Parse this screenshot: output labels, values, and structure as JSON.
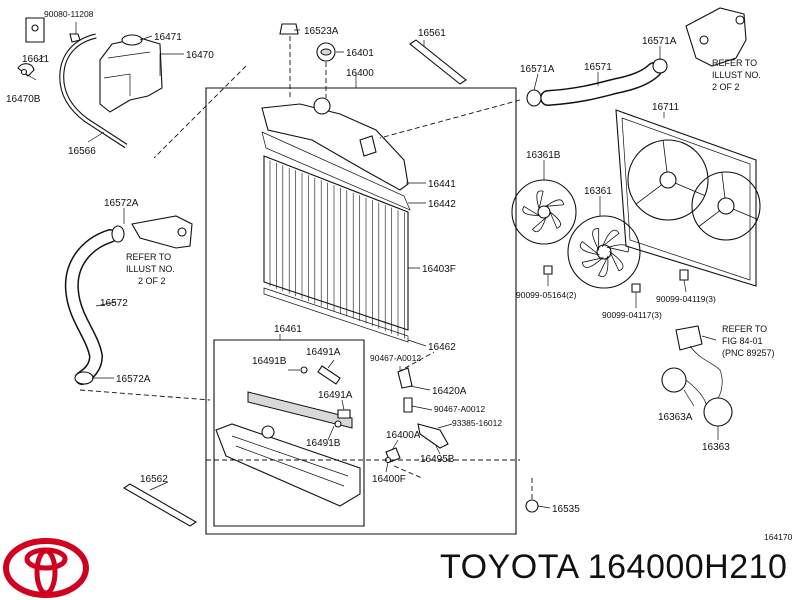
{
  "labels": {
    "p90080_11208": "90080-11208",
    "p16471": "16471",
    "p16611": "16611",
    "p16470": "16470",
    "p16470B": "16470B",
    "p16566": "16566",
    "p16523A": "16523A",
    "p16401": "16401",
    "p16400": "16400",
    "p16561": "16561",
    "p16441": "16441",
    "p16442": "16442",
    "p16403F": "16403F",
    "p16462": "16462",
    "p16461": "16461",
    "p16491B_top": "16491B",
    "p16491A_top": "16491A",
    "p16491A_mid": "16491A",
    "p16491B_mid": "16491B",
    "p90467_A0012a": "90467-A0012",
    "p16420A": "16420A",
    "p90467_A0012b": "90467-A0012",
    "p93385_16012": "93385-16012",
    "p16400A": "16400A",
    "p16495B": "16495B",
    "p16400F": "16400F",
    "p16562": "16562",
    "p16535": "16535",
    "p16572A_top": "16572A",
    "p16572": "16572",
    "p16572A_bot": "16572A",
    "p16571A_left": "16571A",
    "p16571": "16571",
    "p16571A_right": "16571A",
    "p16711": "16711",
    "p16361B": "16361B",
    "p16361": "16361",
    "p90099_05164": "90099-05164(2)",
    "p90099_04117": "90099-04117(3)",
    "p90099_04119": "90099-04119(3)",
    "p16363A": "16363A",
    "p16363": "16363",
    "p164170": "164170"
  },
  "notes": {
    "refer_left": [
      "REFER TO",
      "ILLUST NO.",
      "2 OF 2"
    ],
    "refer_right": [
      "REFER TO",
      "ILLUST NO.",
      "2 OF 2"
    ],
    "refer_fig": [
      "REFER TO",
      "FIG 84-01",
      "(PNC 89257)"
    ]
  },
  "brand": {
    "text": "TOYOTA 164000H210",
    "logo": "toyota-logo",
    "logo_color": "#d2001f"
  }
}
